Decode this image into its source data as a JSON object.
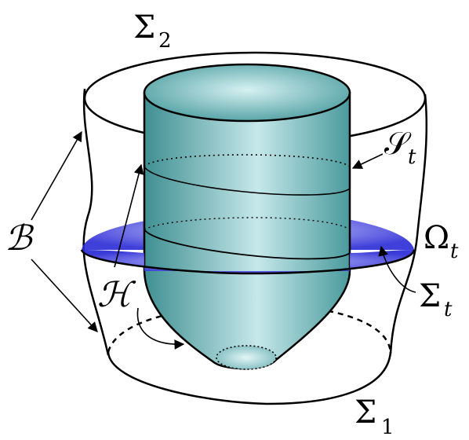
{
  "labels": {
    "sigma2": {
      "main": "Σ",
      "sub": "2"
    },
    "sigma1": {
      "main": "Σ",
      "sub": "1"
    },
    "sigmat": {
      "main": "Σ",
      "sub": "t"
    },
    "omegat": {
      "main": "Ω",
      "sub": "t"
    },
    "st": {
      "main": "𝒮",
      "sub": "t"
    },
    "b": {
      "main": "ℬ"
    },
    "h": {
      "main": "ℋ"
    }
  },
  "colors": {
    "teal_dark": "#3f8f92",
    "teal_light": "#c6e8ea",
    "blue_dark": "#1f1fcc",
    "blue_light": "#b9b9ff",
    "outline": "#000000"
  }
}
